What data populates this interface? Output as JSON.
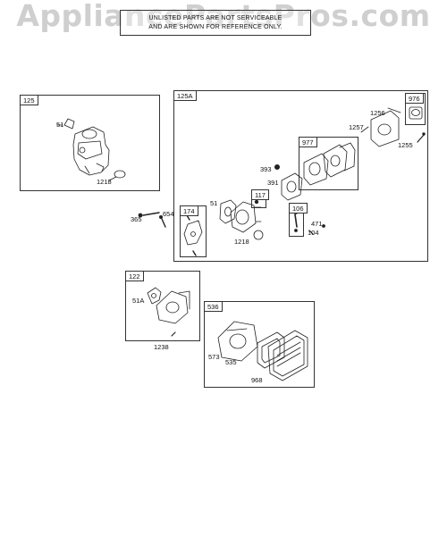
{
  "watermark": "AppliancePartsPros.com",
  "notice": {
    "line1": "UNLISTED PARTS ARE NOT SERVICEABLE",
    "line2": "AND ARE SHOWN FOR REFERENCE ONLY."
  },
  "groups": {
    "g125": "125",
    "g125A": "125A",
    "g122": "122",
    "g536": "536",
    "g976": "976",
    "g977": "977",
    "g117": "117",
    "g174": "174",
    "g106": "106"
  },
  "labels": {
    "p51a": "51",
    "p1218a": "1218",
    "p1256": "1256",
    "p1257": "1257",
    "p1255": "1255",
    "p393": "393",
    "p391": "391",
    "p51b": "51",
    "p1218b": "1218",
    "p365": "365",
    "p654": "654",
    "p471": "471",
    "p104": "104",
    "p51A": "51A",
    "p1238": "1238",
    "p573": "573",
    "p535": "535",
    "p968": "968"
  }
}
